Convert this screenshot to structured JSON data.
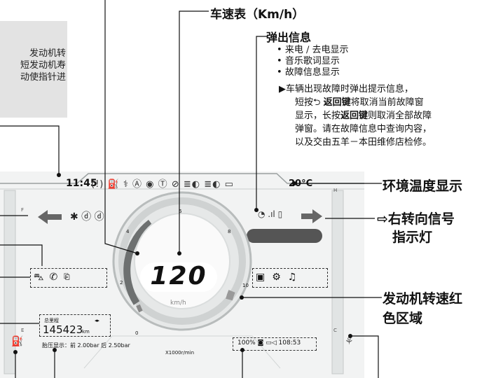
{
  "intro_lines": [
    "发动机转",
    "短发动机寿",
    "动使指针进"
  ],
  "speedometer_label": "车速表（Km/h）",
  "popup": {
    "title": "弹出信息",
    "bullets": [
      "来电 / 去电显示",
      "音乐歌词显示",
      "故障信息显示"
    ],
    "detail": [
      "车辆出现故障时弹出提示信息，",
      "短按",
      "返回键",
      "将取消当前故障窗",
      "显示，长按",
      "返回键",
      "则取消全部故障",
      "弹窗。请在故障信息中查询内容，",
      "以及交由五羊－本田维修店检修。"
    ]
  },
  "ambient_temp_label": "环境温度显示",
  "right_turn_label_1": "⇨右转向信号",
  "right_turn_label_2": "指示灯",
  "redzone_label_1": "发动机转速红",
  "redzone_label_2": "色区域",
  "cluster": {
    "time": "11:45",
    "temp": "20°C",
    "speed": "120",
    "speed_unit": "km/h",
    "tach_unit": "X1000r/min",
    "tach_ticks": [
      "0",
      "2",
      "4",
      "6",
      "8",
      "10"
    ],
    "odo_label": "总里程",
    "odo_value": "145423",
    "odo_unit": "km",
    "tire_pressure": "胎压显示：前 2.00bar  后 2.50bar",
    "battery_pct": "100%",
    "clock2": "108:53",
    "left_gauge_top": "F",
    "left_gauge_bottom": "E",
    "right_gauge_top": "H",
    "right_gauge_bottom": "C"
  },
  "colors": {
    "accent": "#111111",
    "panel": "#f2f3f3",
    "gray_box": "#e3e3e3"
  }
}
